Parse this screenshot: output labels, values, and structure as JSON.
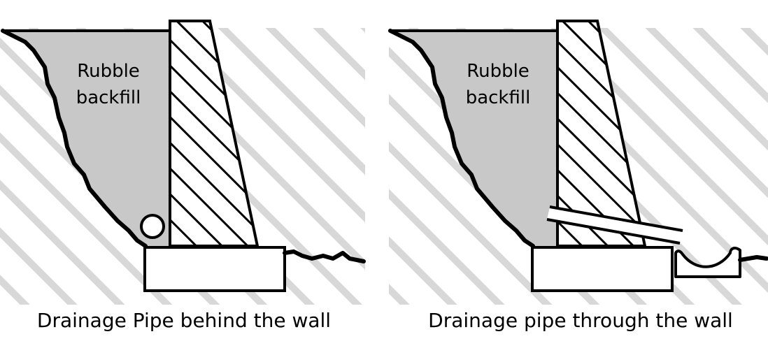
{
  "colors": {
    "backfill": "#c8c8c8",
    "ground_hatch": "#d8d8d8",
    "stroke": "#000000",
    "background": "#ffffff"
  },
  "panels": [
    {
      "fill_label_line1": "Rubble",
      "fill_label_line2": "backfill",
      "caption": "Drainage Pipe behind the wall"
    },
    {
      "fill_label_line1": "Rubble",
      "fill_label_line2": "backfill",
      "caption": "Drainage pipe through the wall"
    }
  ]
}
